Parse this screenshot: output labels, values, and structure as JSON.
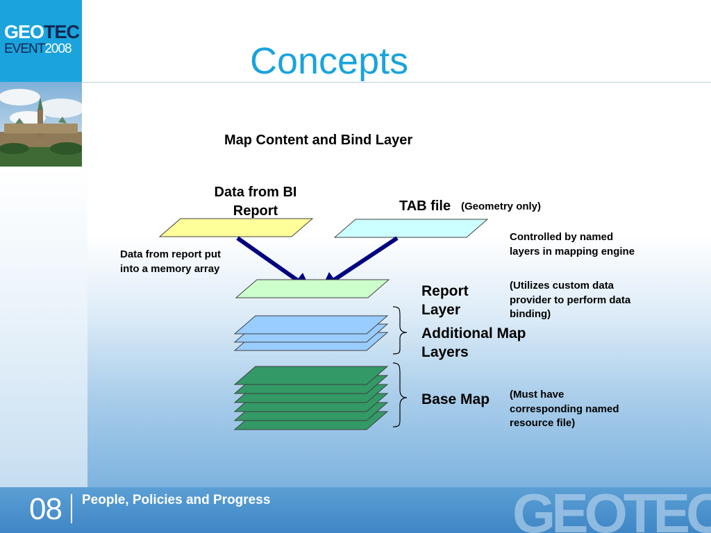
{
  "logo": {
    "geo": "GEO",
    "tec": "TEC",
    "event": "EVENT",
    "year": "2008"
  },
  "slide": {
    "title": "Concepts",
    "subtitle": "Map Content and Bind Layer"
  },
  "diagram": {
    "source_bi": "Data from BI Report",
    "source_tab": "TAB file",
    "tab_note": "(Geometry only)",
    "memory_note": "Data from report put into a memory array",
    "named_layers_note": "Controlled by named layers in mapping engine",
    "custom_provider_note": "(Utilizes custom data provider to perform data binding)",
    "report_layer": "Report Layer",
    "additional_layers": "Additional Map Layers",
    "base_map": "Base Map",
    "resource_note": "(Must have corresponding named resource file)",
    "colors": {
      "bi_layer": "#ffff99",
      "tab_layer": "#ccffff",
      "report_layer": "#ccffcc",
      "additional_layer": "#99ccff",
      "base_layer": "#339966",
      "arrow": "#000080"
    }
  },
  "footer": {
    "number": "08",
    "tagline": "People, Policies and Progress",
    "watermark": "GEOTEC"
  }
}
